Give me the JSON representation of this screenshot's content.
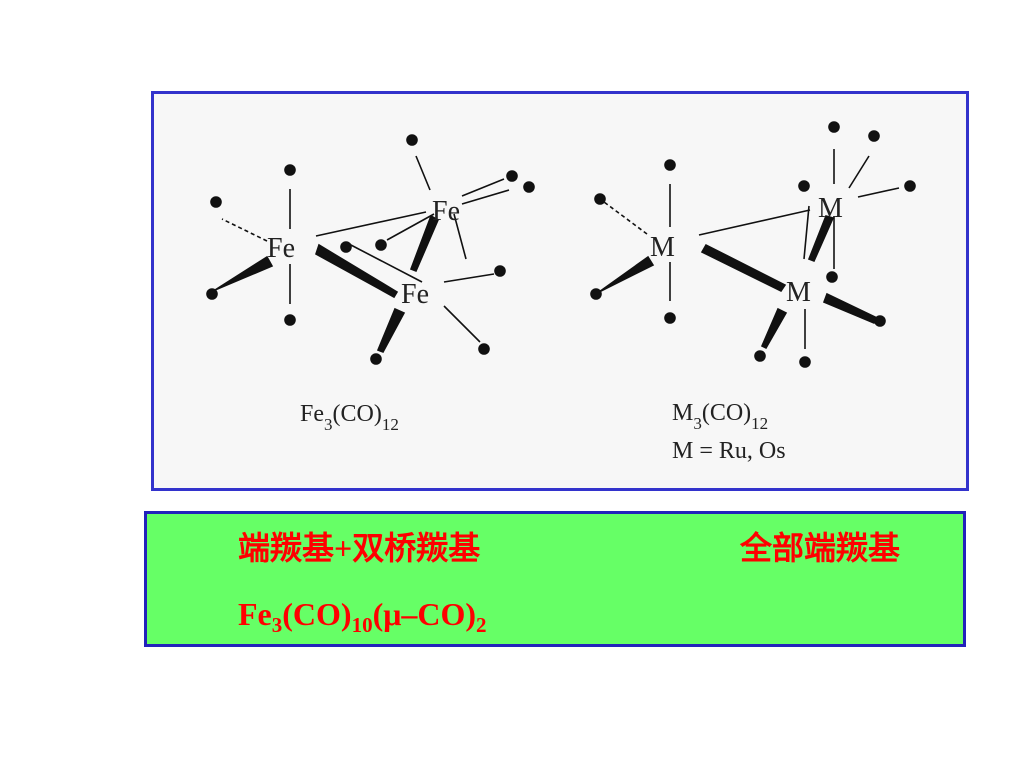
{
  "diagram": {
    "fe_atom_label": "Fe",
    "m_atom_label": "M",
    "fe_structure": {
      "name_main": "Fe",
      "name_sub1": "3",
      "name_mid": "(CO)",
      "name_sub2": "12"
    },
    "m_structure": {
      "name_main": "M",
      "name_sub1": "3",
      "name_mid": "(CO)",
      "name_sub2": "12",
      "metals_line": "M = Ru, Os"
    }
  },
  "caption": {
    "left_heading": "端羰基+双桥羰基",
    "right_heading": "全部端羰基",
    "formula": {
      "a": "Fe",
      "b": "3",
      "c": "(CO)",
      "d": "10",
      "e": "(μ–CO)",
      "f": "2"
    }
  },
  "colors": {
    "frame_border": "#3333cc",
    "caption_background": "#66ff66",
    "caption_text": "#ff0000"
  }
}
